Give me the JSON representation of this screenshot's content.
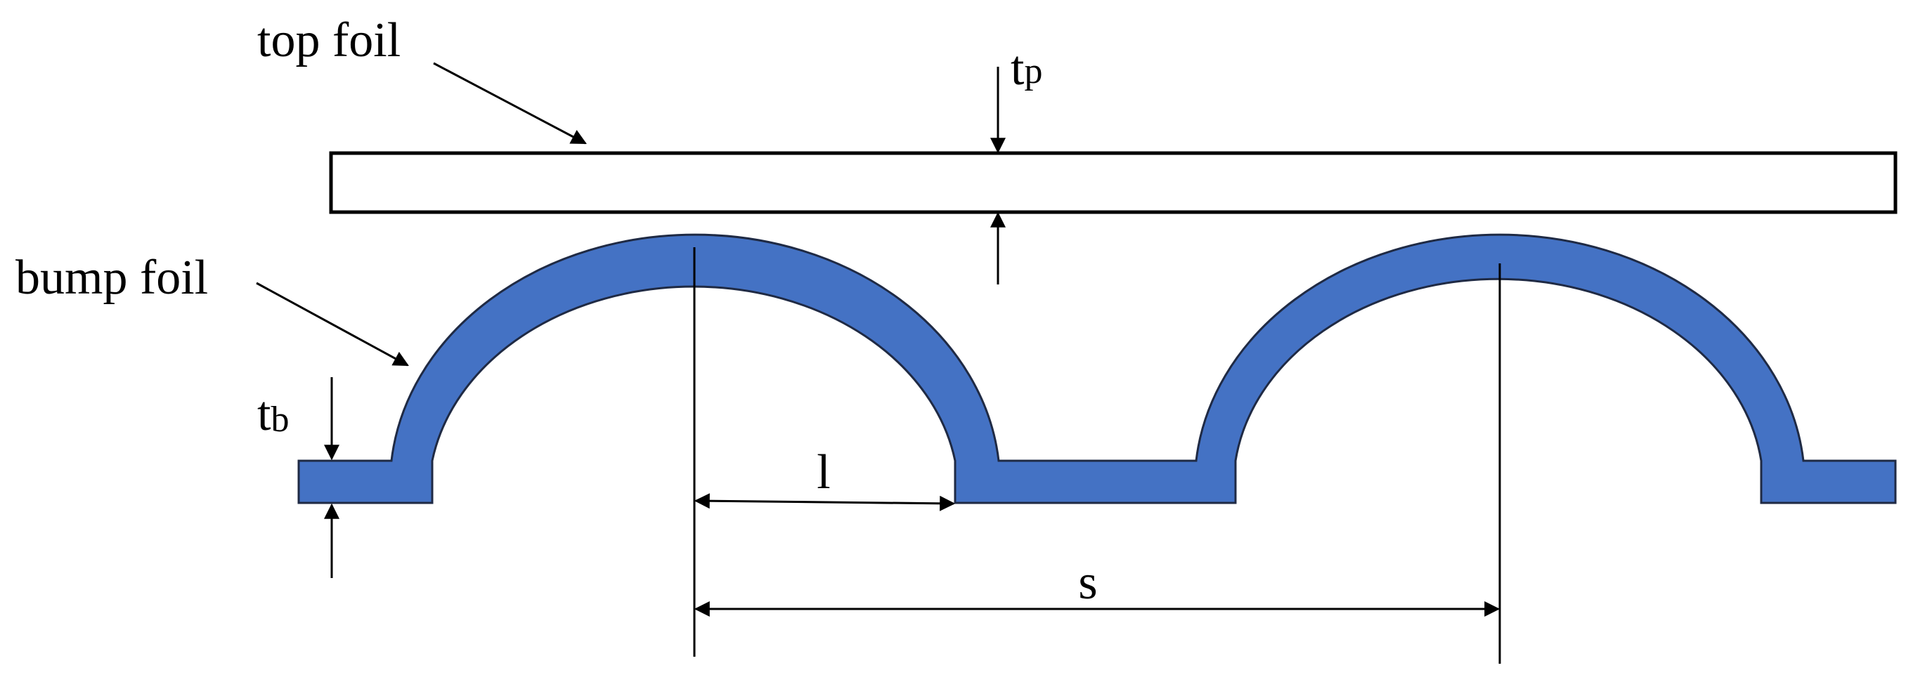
{
  "labels": {
    "top_foil": "top foil",
    "bump_foil": "bump foil",
    "tp_base": "t",
    "tp_sub": "p",
    "tb_base": "t",
    "tb_sub": "b",
    "l": "l",
    "s": "s"
  },
  "colors": {
    "bump_fill": "#4472C4",
    "bump_stroke": "#1F2A44",
    "line": "#000000"
  }
}
